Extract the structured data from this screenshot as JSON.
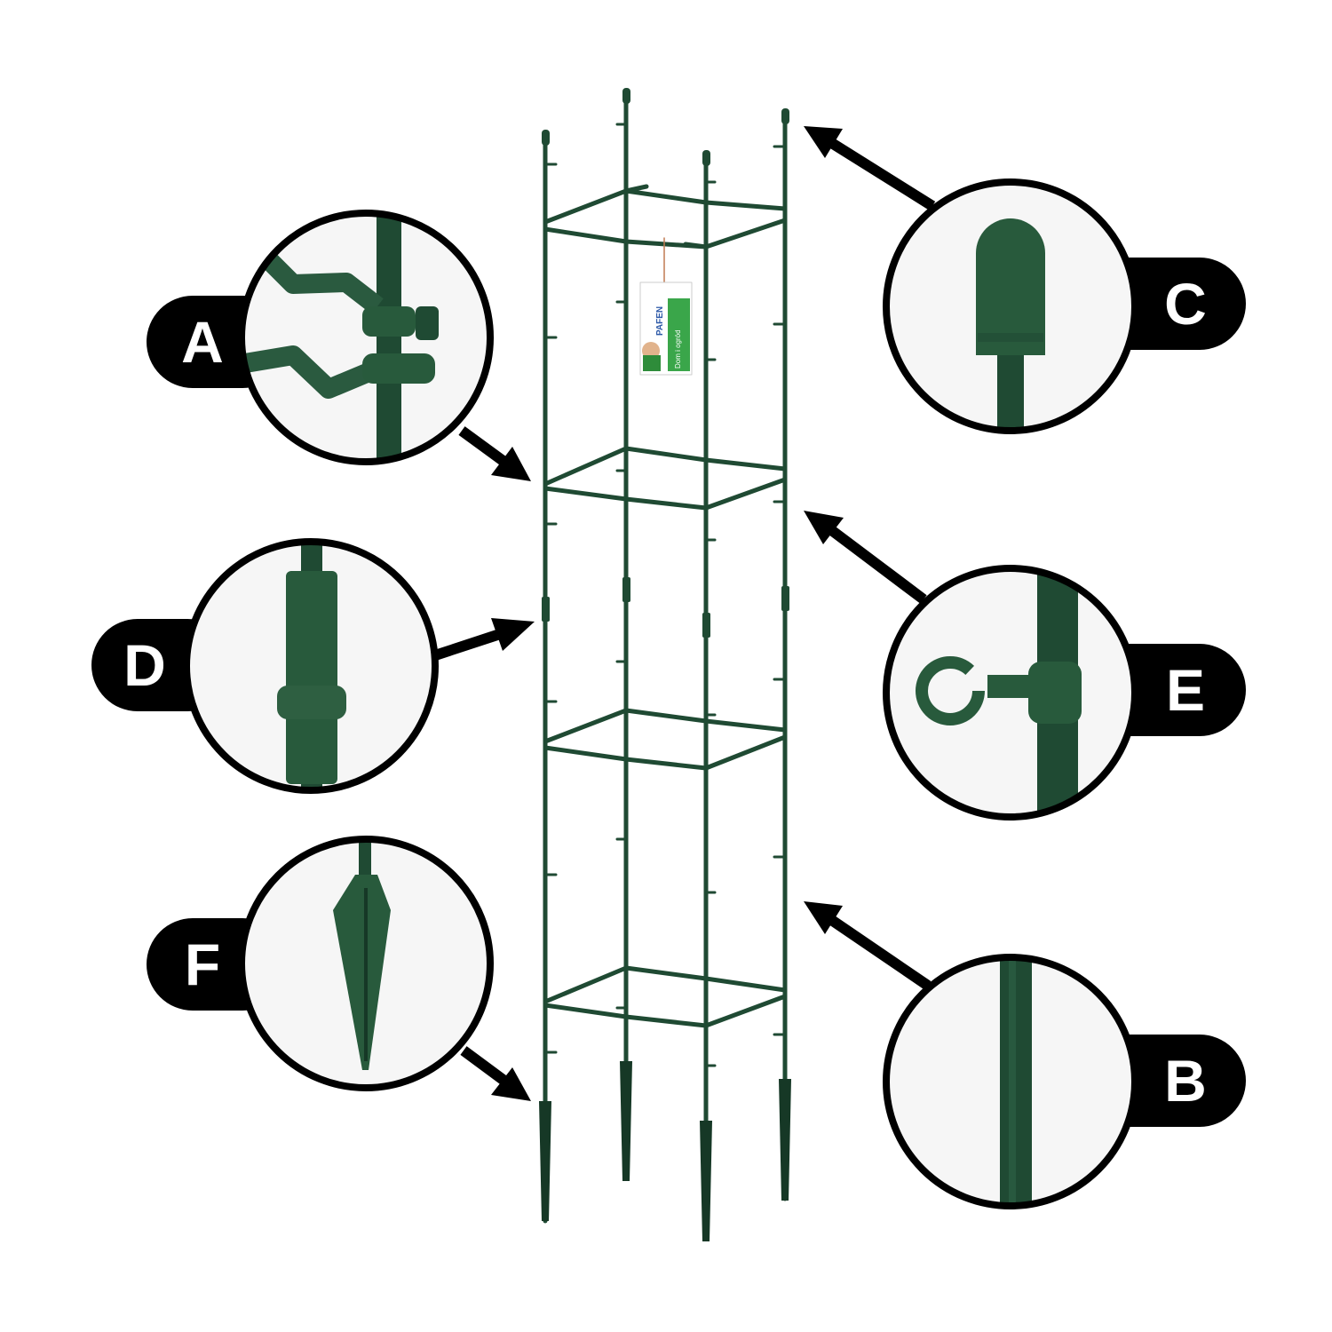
{
  "product_tag": {
    "brand": "PAFEN",
    "slogan": "Dom i ogród"
  },
  "callouts": [
    {
      "letter": "A",
      "depicts": "frame-clip"
    },
    {
      "letter": "B",
      "depicts": "coated-pole"
    },
    {
      "letter": "C",
      "depicts": "pole-end-cap"
    },
    {
      "letter": "D",
      "depicts": "pole-connector"
    },
    {
      "letter": "E",
      "depicts": "hook-clip"
    },
    {
      "letter": "F",
      "depicts": "ground-spike"
    }
  ],
  "colors": {
    "frame": "#1f4a33",
    "frame_dark": "#163826",
    "label_fill": "#000000",
    "circle_bg": "#f7f7f7",
    "tag_green": "#3aa64a"
  }
}
